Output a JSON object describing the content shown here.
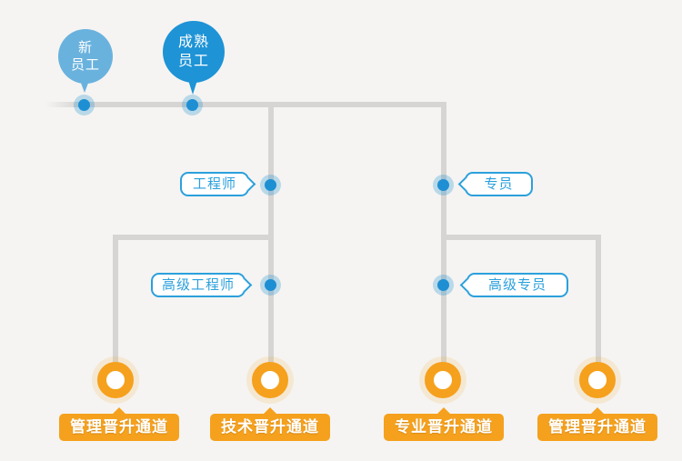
{
  "diagram": {
    "background_color": "#f5f4f2",
    "line_color": "#d6d5d3",
    "accent_blue": "#1e93d6",
    "accent_light_blue": "#6ab2de",
    "label_blue": "#2ba0dc",
    "accent_orange": "#f5a11d",
    "start_bubbles": [
      {
        "name": "new-employee",
        "line1": "新",
        "line2": "员工"
      },
      {
        "name": "mature-employee",
        "line1": "成熟",
        "line2": "员工"
      }
    ],
    "stage_labels": [
      {
        "name": "engineer",
        "text": "工程师",
        "pointer": "right"
      },
      {
        "name": "specialist",
        "text": "专员",
        "pointer": "left"
      },
      {
        "name": "senior-engineer",
        "text": "高级工程师",
        "pointer": "right"
      },
      {
        "name": "senior-specialist",
        "text": "高级专员",
        "pointer": "left"
      }
    ],
    "channel_labels": [
      {
        "name": "management-channel-left",
        "text": "管理晋升通道"
      },
      {
        "name": "technical-channel",
        "text": "技术晋升通道"
      },
      {
        "name": "professional-channel",
        "text": "专业晋升通道"
      },
      {
        "name": "management-channel-right",
        "text": "管理晋升通道"
      }
    ]
  }
}
